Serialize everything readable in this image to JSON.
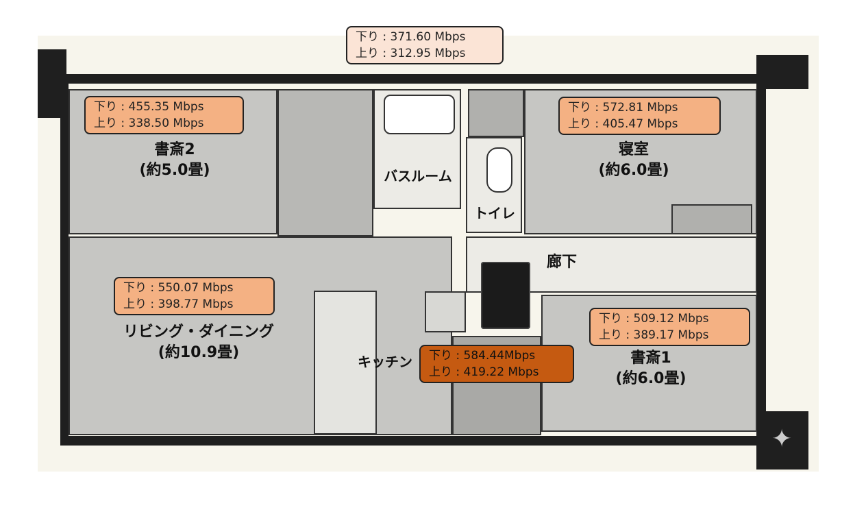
{
  "rooms": {
    "study2": {
      "name": "書斎2",
      "size": "(約5.0畳)"
    },
    "bath": {
      "name": "バスルーム"
    },
    "toilet": {
      "name": "トイレ"
    },
    "bedroom": {
      "name": "寝室",
      "size": "(約6.0畳)"
    },
    "hallway": {
      "name": "廊下"
    },
    "living": {
      "name": "リビング・ダイニング",
      "size": "(約10.9畳)"
    },
    "kitchen": {
      "name": "キッチン"
    },
    "study1": {
      "name": "書斎1",
      "size": "(約6.0畳)"
    }
  },
  "speeds": {
    "balcony": {
      "down": "下り : 371.60 Mbps",
      "up": "上り : 312.95 Mbps"
    },
    "study2": {
      "down": "下り : 455.35 Mbps",
      "up": "上り : 338.50 Mbps"
    },
    "bedroom": {
      "down": "下り : 572.81 Mbps",
      "up": "上り : 405.47 Mbps"
    },
    "living": {
      "down": "下り : 550.07 Mbps",
      "up": "上り : 398.77 Mbps"
    },
    "router": {
      "down": "下り : 584.44Mbps",
      "up": "上り : 419.22 Mbps"
    },
    "study1": {
      "down": "下り : 509.12 Mbps",
      "up": "上り : 389.17 Mbps"
    }
  },
  "colors": {
    "near": "#c55a11",
    "mid": "#f4b183",
    "far": "#fbe4d6"
  }
}
